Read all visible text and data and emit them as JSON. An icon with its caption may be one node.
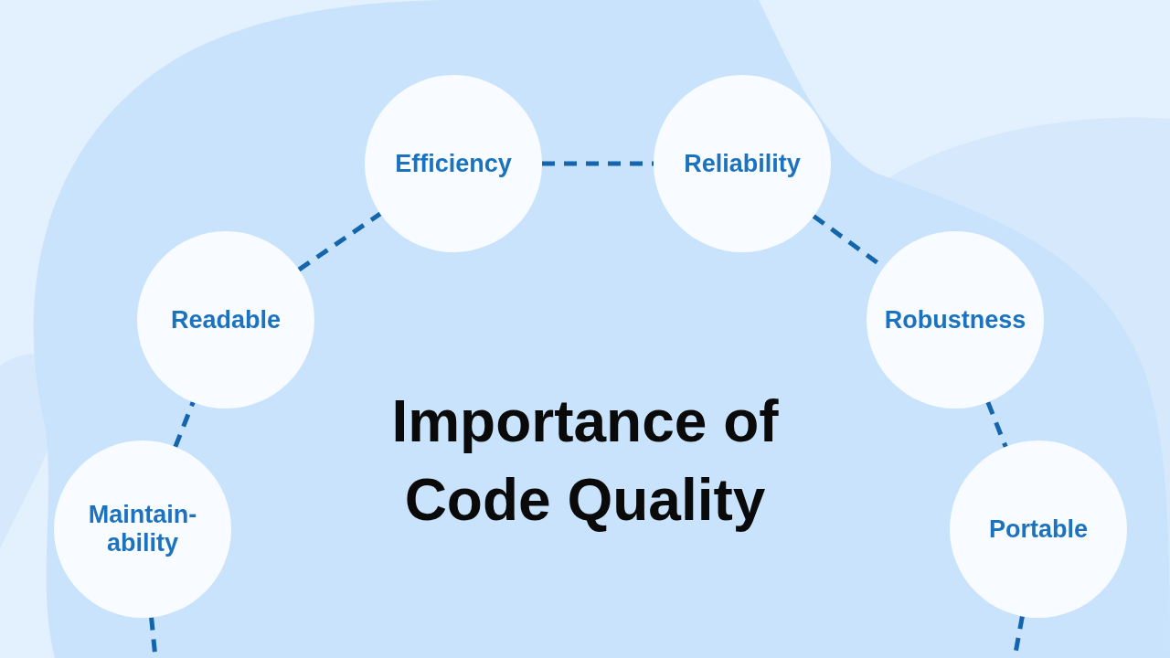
{
  "diagram": {
    "title": "Importance of Code Quality",
    "nodes": [
      {
        "text": [
          "Maintain- ability"
        ]
      },
      {
        "text": [
          "Readable"
        ]
      },
      {
        "text": [
          "Efficiency"
        ]
      },
      {
        "text": [
          "Reliability"
        ]
      },
      {
        "text": [
          "Robustness"
        ]
      },
      {
        "text": [
          "Portable"
        ]
      }
    ],
    "edges": [
      {
        "from": 0,
        "to": null,
        "arrow": "none",
        "style": "dashed"
      },
      {
        "from": 0,
        "to": 1,
        "arrow": "none",
        "style": "dashed"
      },
      {
        "from": 1,
        "to": 2,
        "arrow": "none",
        "style": "dashed"
      },
      {
        "from": 2,
        "to": 3,
        "arrow": "none",
        "style": "dashed"
      },
      {
        "from": 3,
        "to": 4,
        "arrow": "none",
        "style": "dashed"
      },
      {
        "from": 4,
        "to": 5,
        "arrow": "none",
        "style": "dashed"
      },
      {
        "from": 5,
        "to": null,
        "arrow": "none",
        "style": "dashed"
      }
    ]
  }
}
